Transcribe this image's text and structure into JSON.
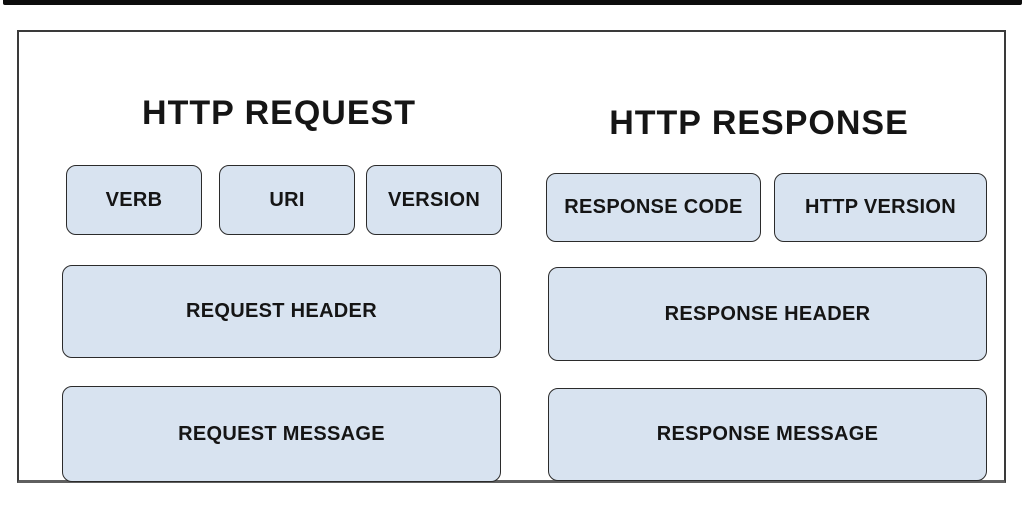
{
  "request": {
    "title": "HTTP REQUEST",
    "verb": "VERB",
    "uri": "URI",
    "version": "VERSION",
    "header": "REQUEST HEADER",
    "message": "REQUEST MESSAGE"
  },
  "response": {
    "title": "HTTP RESPONSE",
    "code": "RESPONSE CODE",
    "http_version": "HTTP VERSION",
    "header": "RESPONSE HEADER",
    "message": "RESPONSE MESSAGE"
  },
  "colors": {
    "box_fill": "#d8e3f0",
    "box_border": "#2b2b2b",
    "frame_border": "#3a3a3a",
    "frame_bottom_border": "#5f5f5f",
    "top_bar": "#0d0d0d",
    "text": "#151515",
    "background": "#ffffff"
  }
}
